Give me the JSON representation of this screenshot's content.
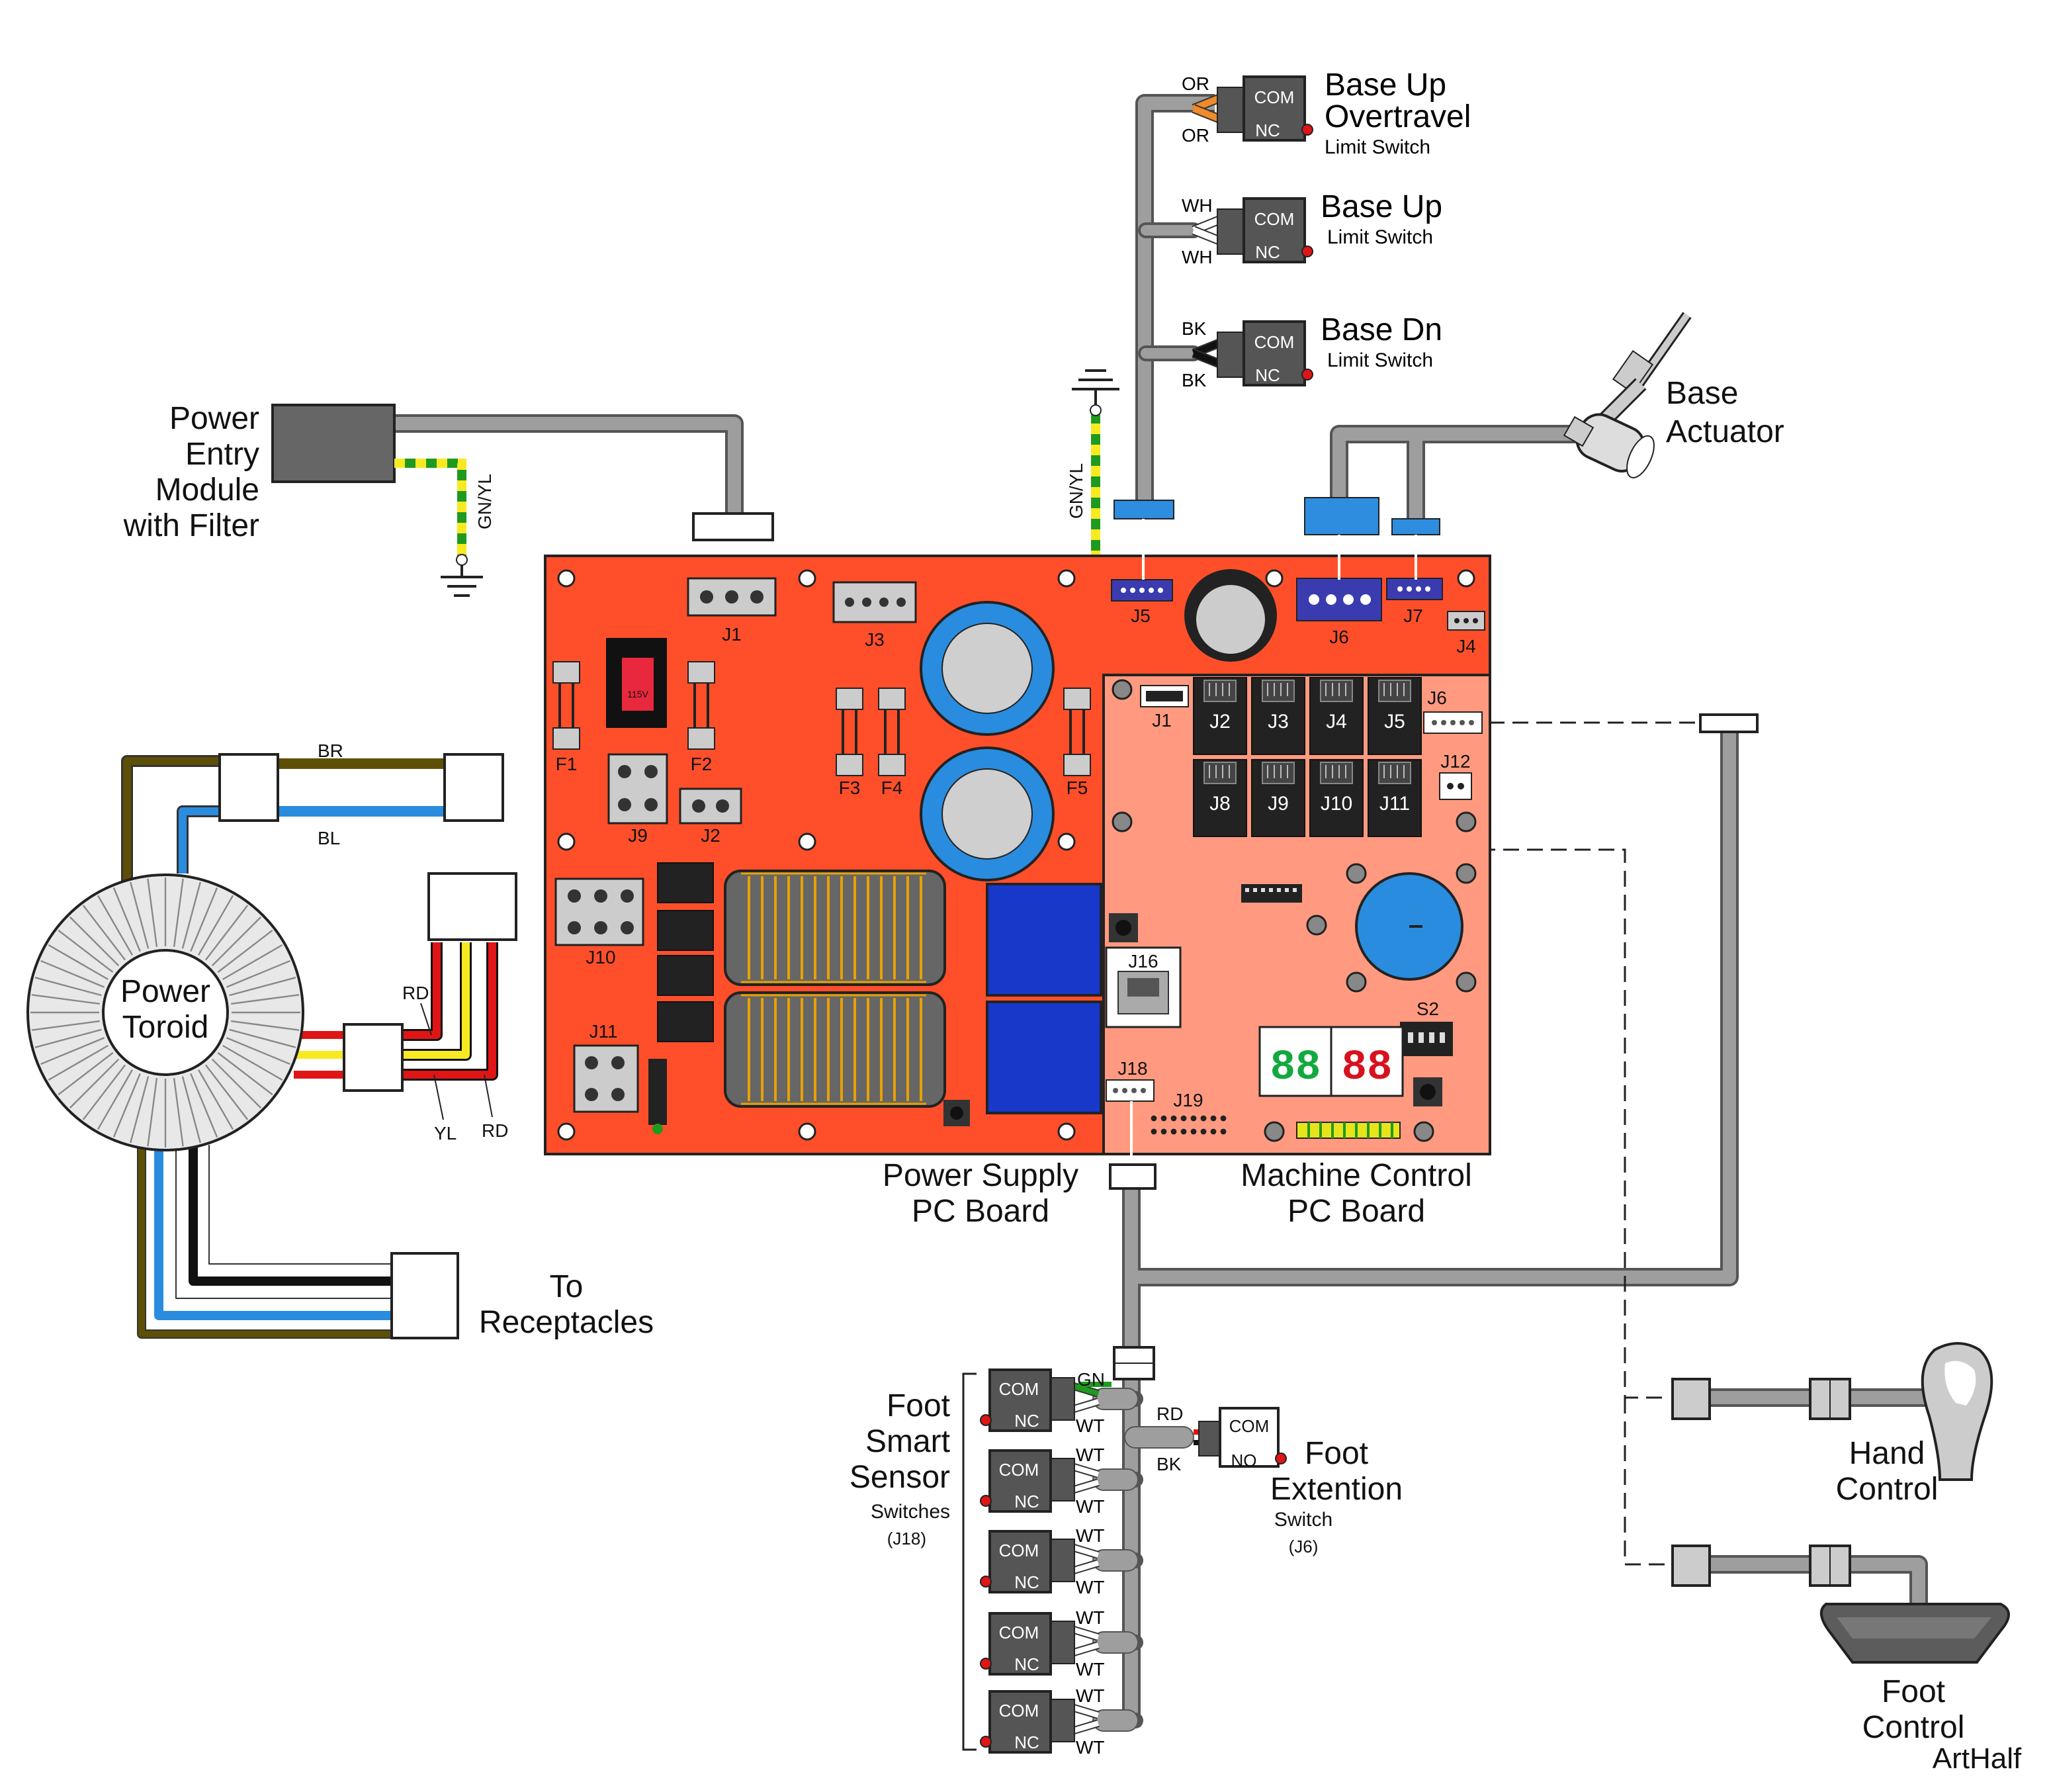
{
  "diagram": {
    "power_entry": "Power\nEntry\nModule\nwith Filter",
    "power_toroid": "Power\nToroid",
    "to_receptacles": "To\nReceptacles",
    "power_supply_board": "Power Supply\nPC Board",
    "machine_control_board": "Machine Control\nPC Board",
    "base_actuator": "Base\nActuator",
    "hand_control": "Hand\nControl",
    "foot_control": "Foot\nControl",
    "foot_smart_sensor": "Foot\nSmart\nSensor",
    "foot_smart_sensor_sub": "Switches",
    "foot_smart_sensor_j": "(J18)",
    "foot_extention": "Foot\nExtention",
    "foot_extention_sub": "Switch",
    "foot_extention_j": "(J6)",
    "watermark": "ArtHalf",
    "limit_switches": [
      {
        "title": "Base Up\nOvertravel",
        "sub": "Limit Switch",
        "wire_top": "OR",
        "wire_bot": "OR",
        "wire_color": "#f08a2a"
      },
      {
        "title": "Base Up",
        "sub": "Limit Switch",
        "wire_top": "WH",
        "wire_bot": "WH",
        "wire_color": "#ffffff"
      },
      {
        "title": "Base Dn",
        "sub": "Limit Switch",
        "wire_top": "BK",
        "wire_bot": "BK",
        "wire_color": "#111111"
      }
    ],
    "switch_com": "COM",
    "switch_nc": "NC",
    "switch_no": "NO",
    "wire_labels": {
      "gn_yl": "GN/YL",
      "br": "BR",
      "bl": "BL",
      "rd": "RD",
      "yl": "YL",
      "gn": "GN",
      "wt": "WT",
      "bk": "BK"
    },
    "voltage_switch": "115V",
    "ps_connectors": [
      "J1",
      "J3",
      "J9",
      "J2",
      "J10",
      "J11"
    ],
    "ps_fuses": [
      "F1",
      "F2",
      "F3",
      "F4",
      "F5"
    ],
    "top_connectors": [
      "J5",
      "J6",
      "J7",
      "J4"
    ],
    "mc_connectors": [
      "J1",
      "J6",
      "J12",
      "J16",
      "J18",
      "J19",
      "S2"
    ],
    "mc_jacks_row1": [
      "J2",
      "J3",
      "J4",
      "J5"
    ],
    "mc_jacks_row2": [
      "J8",
      "J9",
      "J10",
      "J11"
    ],
    "display_text": "88"
  },
  "colors": {
    "ps_board": "#ff4f2a",
    "mc_board": "#ff9a80",
    "cable_gray": "#9e9e9e",
    "connector_blue": "#2f8de0",
    "wire_brown": "#5e4f06",
    "wire_blue": "#2a8cde",
    "wire_red": "#e01515",
    "wire_yellow": "#f7ea22",
    "wire_green": "#1f9a1f"
  }
}
